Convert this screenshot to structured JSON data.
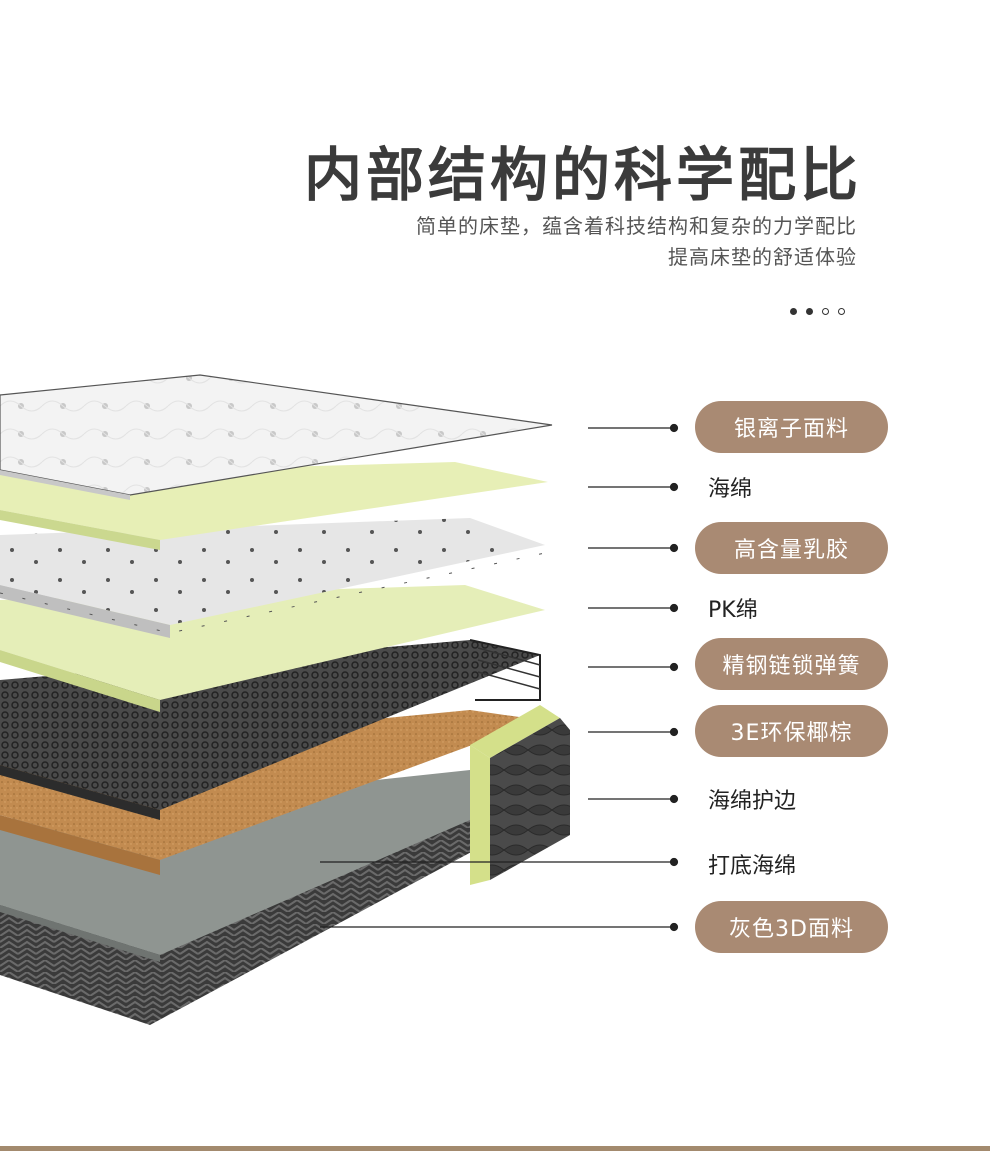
{
  "header": {
    "title": "内部结构的科学配比",
    "subtitle_line1": "简单的床垫，蕴含着科技结构和复杂的力学配比",
    "subtitle_line2": "提高床垫的舒适体验"
  },
  "pager": {
    "total": 4,
    "active": 2
  },
  "colors": {
    "accent": "#a98a73",
    "foam": "#e6efb0",
    "cork": "#c48a4c",
    "fabric_dark": "#3a3a3a"
  },
  "layers": [
    {
      "label": "银离子面料",
      "highlighted": true
    },
    {
      "label": "海绵",
      "highlighted": false
    },
    {
      "label": "高含量乳胶",
      "highlighted": true
    },
    {
      "label": "PK绵",
      "highlighted": false
    },
    {
      "label": "精钢链锁弹簧",
      "highlighted": true
    },
    {
      "label": "3E环保椰棕",
      "highlighted": true
    },
    {
      "label": "海绵护边",
      "highlighted": false
    },
    {
      "label": "打底海绵",
      "highlighted": false
    },
    {
      "label": "灰色3D面料",
      "highlighted": true
    }
  ]
}
